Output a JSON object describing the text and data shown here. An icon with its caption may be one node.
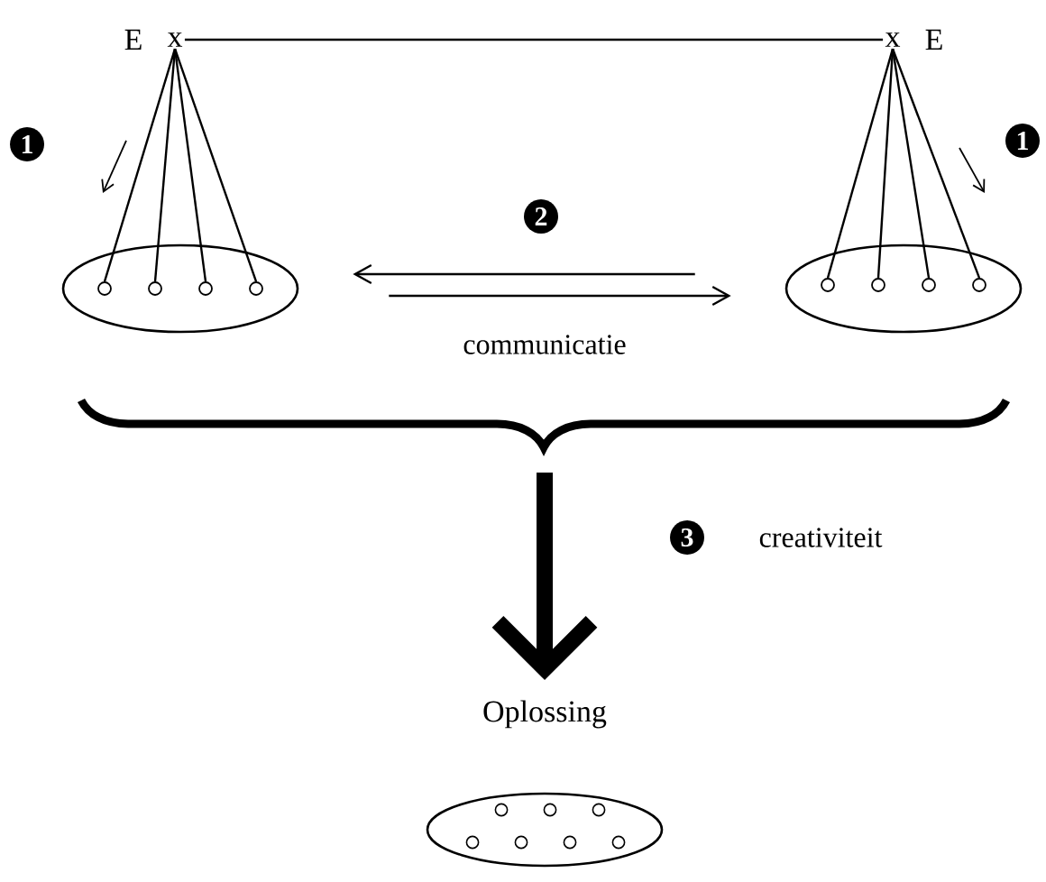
{
  "diagram": {
    "nodes": [
      {
        "text": [
          "x"
        ],
        "beside": [
          "E"
        ]
      },
      {
        "text": [
          "x"
        ],
        "beside": [
          "E"
        ]
      },
      {
        "text": [],
        "shape": "ellipse"
      },
      {
        "text": [],
        "shape": "circle",
        "in": 2
      },
      {
        "text": [],
        "shape": "circle",
        "in": 2
      },
      {
        "text": [],
        "shape": "circle",
        "in": 2
      },
      {
        "text": [],
        "shape": "circle",
        "in": 2
      },
      {
        "text": [],
        "shape": "ellipse"
      },
      {
        "text": [],
        "shape": "circle",
        "in": 7
      },
      {
        "text": [],
        "shape": "circle",
        "in": 7
      },
      {
        "text": [],
        "shape": "circle",
        "in": 7
      },
      {
        "text": [],
        "shape": "circle",
        "in": 7
      },
      {
        "text": [
          "Oplossing"
        ]
      }
    ],
    "edges": [
      {
        "from": 0,
        "to": 1,
        "arrow": "none"
      },
      {
        "from": 0,
        "to": 3,
        "arrow": "none"
      },
      {
        "from": 0,
        "to": 4,
        "arrow": "none"
      },
      {
        "from": 0,
        "to": 5,
        "arrow": "none"
      },
      {
        "from": 0,
        "to": 6,
        "arrow": "none"
      },
      {
        "from": 1,
        "to": 8,
        "arrow": "none"
      },
      {
        "from": 1,
        "to": 9,
        "arrow": "none"
      },
      {
        "from": 1,
        "to": 10,
        "arrow": "none"
      },
      {
        "from": 1,
        "to": 11,
        "arrow": "none"
      },
      {
        "from": 7,
        "to": 2,
        "arrow": "to"
      },
      {
        "from": 2,
        "to": 7,
        "arrow": "to",
        "label": "communicatie"
      },
      {
        "from": null,
        "to": 12,
        "arrow": "to",
        "style": "thick"
      }
    ],
    "labels": [
      "1",
      "1",
      "2",
      "3",
      "creativiteit"
    ]
  }
}
